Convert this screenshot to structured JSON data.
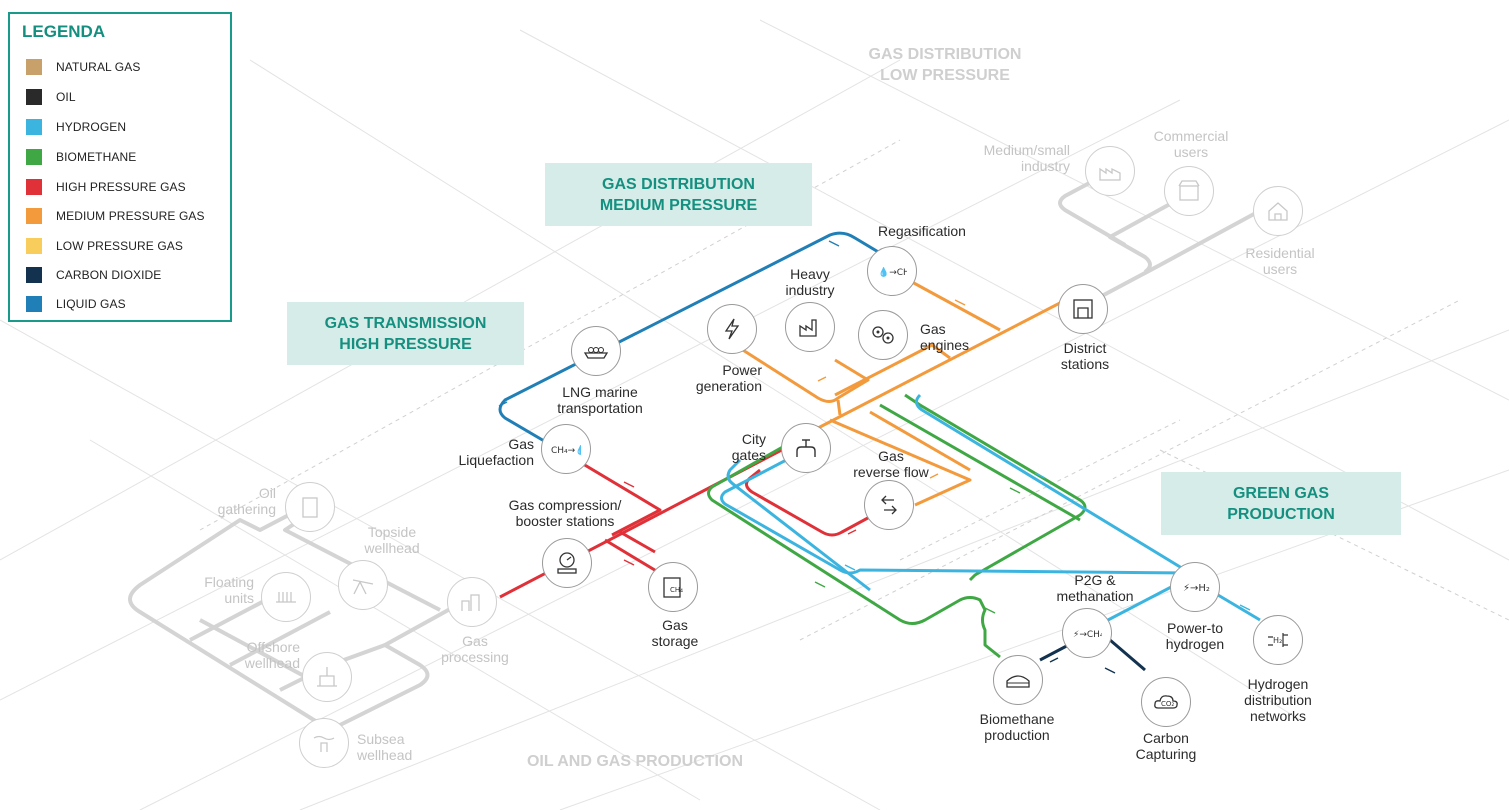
{
  "legend": {
    "title": "LEGENDA",
    "items": [
      {
        "label": "NATURAL GAS",
        "color": "#c8a06a"
      },
      {
        "label": "OIL",
        "color": "#2a2a2a"
      },
      {
        "label": "HYDROGEN",
        "color": "#3cb4e0"
      },
      {
        "label": "BIOMETHANE",
        "color": "#3fa845"
      },
      {
        "label": "HIGH PRESSURE GAS",
        "color": "#e03038"
      },
      {
        "label": "MEDIUM PRESSURE GAS",
        "color": "#f39a3c"
      },
      {
        "label": "LOW PRESSURE GAS",
        "color": "#f8cd5c"
      },
      {
        "label": "CARBON DIOXIDE",
        "color": "#12324f"
      },
      {
        "label": "LIQUID GAS",
        "color": "#1f7fb6"
      }
    ]
  },
  "sections": {
    "medium": {
      "line1": "GAS DISTRIBUTION",
      "line2": "MEDIUM PRESSURE"
    },
    "transmission": {
      "line1": "GAS TRANSMISSION",
      "line2": "HIGH PRESSURE"
    },
    "green": {
      "line1": "GREEN GAS",
      "line2": "PRODUCTION"
    },
    "low": {
      "line1": "GAS DISTRIBUTION",
      "line2": "LOW PRESSURE"
    },
    "oilgas": {
      "line1": "OIL AND GAS PRODUCTION"
    }
  },
  "nodes": {
    "regasification": {
      "label": "Regasification",
      "icon": "drops-to-ch4-icon"
    },
    "heavy_industry": {
      "line1": "Heavy",
      "line2": "industry",
      "icon": "factory-icon"
    },
    "gas_engines": {
      "line1": "Gas",
      "line2": "engines",
      "icon": "engine-gears-icon"
    },
    "power_generation": {
      "line1": "Power",
      "line2": "generation",
      "icon": "lightning-icon"
    },
    "lng": {
      "line1": "LNG marine",
      "line2": "transportation",
      "icon": "lng-ship-icon"
    },
    "liquefaction": {
      "line1": "Gas",
      "line2": "Liquefaction",
      "icon": "ch4-to-drops-icon"
    },
    "city_gates": {
      "line1": "City",
      "line2": "gates",
      "icon": "valve-icon"
    },
    "reverse_flow": {
      "line1": "Gas",
      "line2": "reverse flow",
      "icon": "reverse-arrows-icon"
    },
    "compression": {
      "line1": "Gas compression/",
      "line2": "booster stations",
      "icon": "pressure-gauge-icon"
    },
    "storage": {
      "line1": "Gas",
      "line2": "storage",
      "icon": "storage-tank-icon"
    },
    "district": {
      "line1": "District",
      "line2": "stations",
      "icon": "station-icon"
    },
    "p2g": {
      "line1": "P2G &",
      "line2": "methanation",
      "icon": "power-to-ch4-icon"
    },
    "power_to_hydrogen": {
      "line1": "Power-to",
      "line2": "hydrogen",
      "icon": "power-to-h2-icon"
    },
    "hydrogen_networks": {
      "line1": "Hydrogen",
      "line2": "distribution",
      "line3": "networks",
      "icon": "h2-network-icon"
    },
    "biomethane": {
      "line1": "Biomethane",
      "line2": "production",
      "icon": "digester-icon"
    },
    "carbon": {
      "line1": "Carbon",
      "line2": "Capturing",
      "icon": "co2-cloud-icon"
    },
    "medium_industry": {
      "line1": "Medium/small",
      "line2": "industry",
      "icon": "small-factory-icon"
    },
    "commercial": {
      "line1": "Commercial",
      "line2": "users",
      "icon": "shop-icon"
    },
    "residential": {
      "line1": "Residential",
      "line2": "users",
      "icon": "house-icon"
    },
    "oil_gathering": {
      "line1": "Oil",
      "line2": "gathering",
      "icon": "oil-can-icon"
    },
    "topside": {
      "line1": "Topside",
      "line2": "wellhead",
      "icon": "pumpjack-icon"
    },
    "floating": {
      "line1": "Floating",
      "line2": "units",
      "icon": "floating-unit-icon"
    },
    "offshore": {
      "line1": "Offshore",
      "line2": "wellhead",
      "icon": "offshore-rig-icon"
    },
    "subsea": {
      "line1": "Subsea",
      "line2": "wellhead",
      "icon": "subsea-icon"
    },
    "processing": {
      "line1": "Gas",
      "line2": "processing",
      "icon": "processing-plant-icon"
    }
  }
}
